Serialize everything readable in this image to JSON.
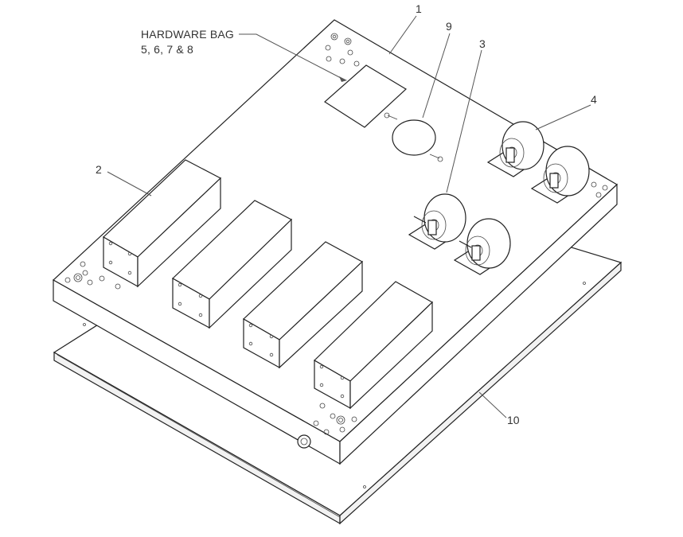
{
  "hardware_bag_label": "HARDWARE BAG",
  "hardware_bag_items": "5, 6, 7 & 8",
  "callouts": {
    "c1": "1",
    "c2": "2",
    "c3": "3",
    "c4": "4",
    "c9": "9",
    "c10": "10"
  },
  "line_color": "#222222",
  "text_color": "#333333"
}
